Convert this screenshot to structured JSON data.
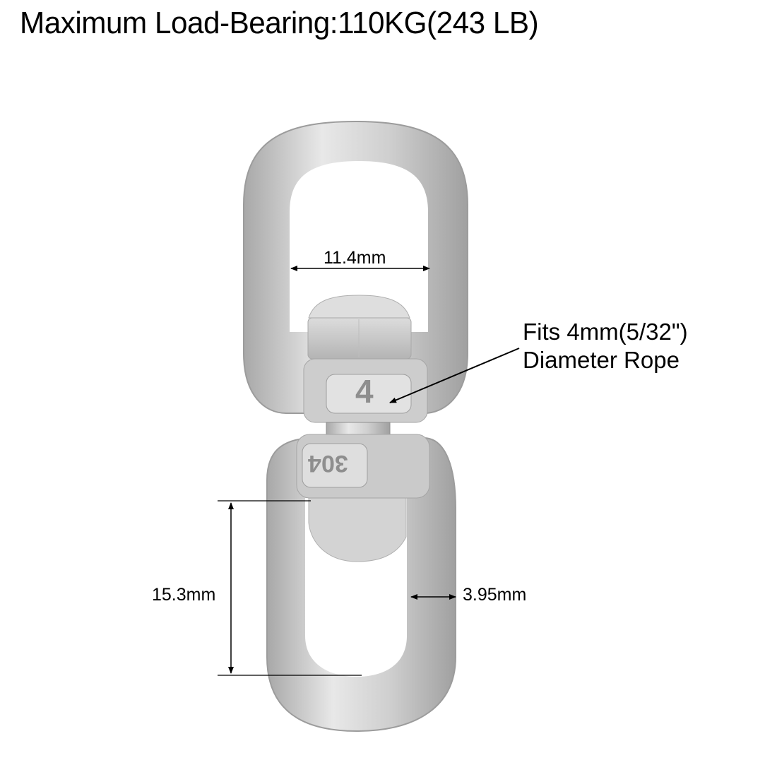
{
  "title": "Maximum Load-Bearing:110KG(243 LB)",
  "product": {
    "name": "double-ended swivel eye",
    "finish_color": "#c9c9c9",
    "markings": {
      "top_link": "4",
      "bottom_link": "304"
    }
  },
  "dimensions": {
    "upper_eye_inner_width": "11.4mm",
    "lower_eye_inner_length": "15.3mm",
    "wire_thickness": "3.95mm"
  },
  "callout": {
    "line1": "Fits 4mm(5/32\")",
    "line2": "Diameter Rope"
  },
  "colors": {
    "background": "#ffffff",
    "text": "#000000",
    "metal_light": "#e6e6e6",
    "metal_mid": "#c4c4c4",
    "metal_dark": "#9a9a9a"
  }
}
